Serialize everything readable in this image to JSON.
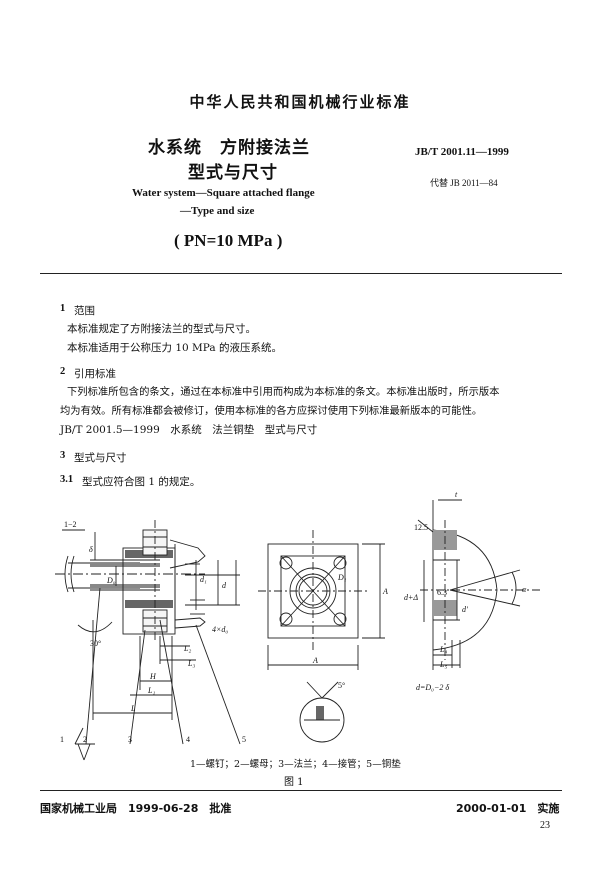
{
  "header": {
    "org_standard": "中华人民共和国机械行业标准",
    "title_cn_line1": "水系统　方附接法兰",
    "title_cn_line2": "型式与尺寸",
    "standard_no": "JB/T 2001.11—1999",
    "replaces": "代替 JB 2011—84",
    "title_en_line1": "Water system—Square attached flange",
    "title_en_line2": "—Type and size",
    "pressure": "( PN=10 MPa )"
  },
  "sections": {
    "s1_num": "1",
    "s1_title": "范围",
    "s1_p1": "本标准规定了方附接法兰的型式与尺寸。",
    "s1_p2": "本标准适用于公称压力 10 MPa 的液压系统。",
    "s2_num": "2",
    "s2_title": "引用标准",
    "s2_p1a": "下列标准所包含的条文，通过在本标准中引用而构成为本标准的条文。本标准出版时，所示版本",
    "s2_p1b": "均为有效。所有标准都会被修订，使用本标准的各方应探讨使用下列标准最新版本的可能性。",
    "s2_ref": "JB/T 2001.5—1999　水系统　法兰铜垫　型式与尺寸",
    "s3_num": "3",
    "s3_title": "型式与尺寸",
    "s31_num": "3.1",
    "s31_text": "型式应符合图 1 的规定。"
  },
  "figure": {
    "labels": {
      "l12": "1−2",
      "delta": "δ",
      "d0": "D₀",
      "d1": "d₁",
      "d": "d",
      "angle30": "30°",
      "fourd0": "4×d₀",
      "L2": "L₂",
      "L3": "L₃",
      "H": "H",
      "L1": "L₁",
      "L": "L",
      "D": "D₁",
      "A_right": "A",
      "A_bottom": "A",
      "deg5": "5°",
      "t": "t",
      "r125": "12.5",
      "dD": "d+Δ",
      "r63": "6.3",
      "dprime": "d'",
      "alpha": "α",
      "L4": "L₄",
      "L5": "L₅",
      "formula": "d=D₀−2 δ"
    },
    "callouts": [
      "1",
      "2",
      "3",
      "4",
      "5"
    ],
    "legend": "1—螺钉；2—螺母；3—法兰；4—接管；5—铜垫",
    "caption": "图 1"
  },
  "footer": {
    "issuer": "国家机械工业局　1999-06-28　批准",
    "effective": "2000-01-01　实施",
    "page_number": "23"
  }
}
